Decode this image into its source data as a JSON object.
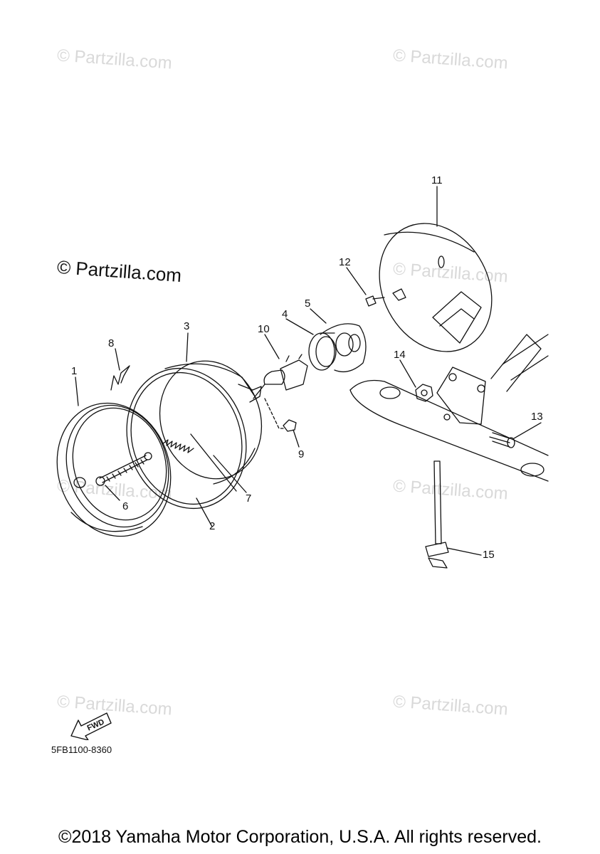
{
  "watermark": "© Partzilla.com",
  "watermark_main": "© Partzilla.com",
  "callouts": {
    "c1": "1",
    "c2": "2",
    "c3": "3",
    "c4": "4",
    "c5": "5",
    "c6": "6",
    "c7": "7",
    "c8": "8",
    "c9": "9",
    "c10": "10",
    "c11": "11",
    "c12": "12",
    "c13": "13",
    "c14": "14",
    "c15": "15"
  },
  "fwd_label": "FWD",
  "diagram_code": "5FB1100-8360",
  "copyright": "©2018 Yamaha Motor Corporation, U.S.A. All rights reserved."
}
